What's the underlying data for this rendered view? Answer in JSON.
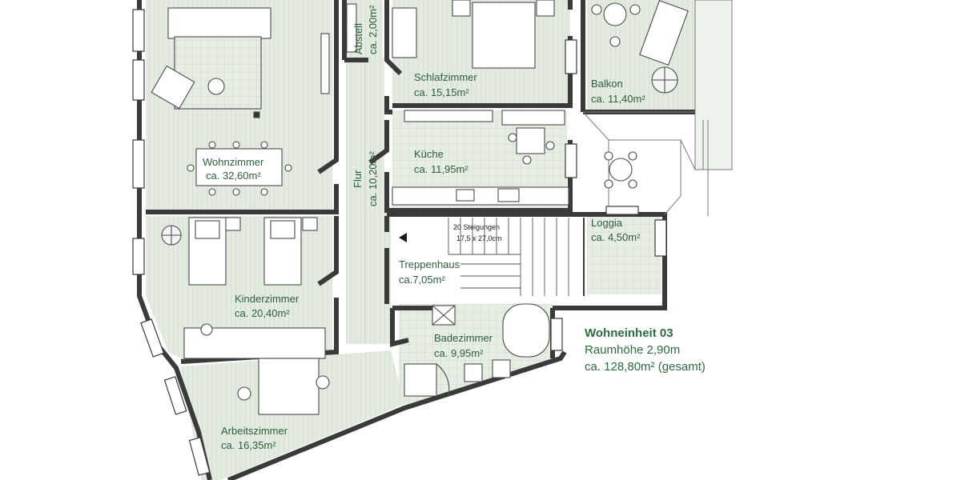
{
  "rooms": {
    "abstell": {
      "name": "Abstell",
      "area": "ca. 2,00m²"
    },
    "schlafzimmer": {
      "name": "Schlafzimmer",
      "area": "ca. 15,15m²"
    },
    "balkon": {
      "name": "Balkon",
      "area": "ca. 11,40m²"
    },
    "wohnzimmer": {
      "name": "Wohnzimmer",
      "area": "ca. 32,60m²"
    },
    "kueche": {
      "name": "Küche",
      "area": "ca. 11,95m²"
    },
    "flur": {
      "name": "Flur",
      "area": "ca. 10,20m²"
    },
    "loggia": {
      "name": "Loggia",
      "area": "ca. 4,50m²"
    },
    "kinderzimmer": {
      "name": "Kinderzimmer",
      "area": "ca. 20,40m²"
    },
    "treppenhaus": {
      "name": "Treppenhaus",
      "area": "ca.7,05m²"
    },
    "badezimmer": {
      "name": "Badezimmer",
      "area": "ca. 9,95m²"
    },
    "arbeitszimmer": {
      "name": "Arbeitszimmer",
      "area": "ca. 16,35m²"
    }
  },
  "stairs": {
    "steps": "20 Steigungen",
    "dimension": "17,5 x 27,0cm"
  },
  "unit": {
    "title": "Wohneinheit 03",
    "height": "Raumhöhe 2,90m",
    "total": "ca. 128,80m² (gesamt)"
  },
  "colors": {
    "floor": "#e4ece2",
    "wall": "#3a3a3a",
    "accent": "#2e6b3f"
  }
}
